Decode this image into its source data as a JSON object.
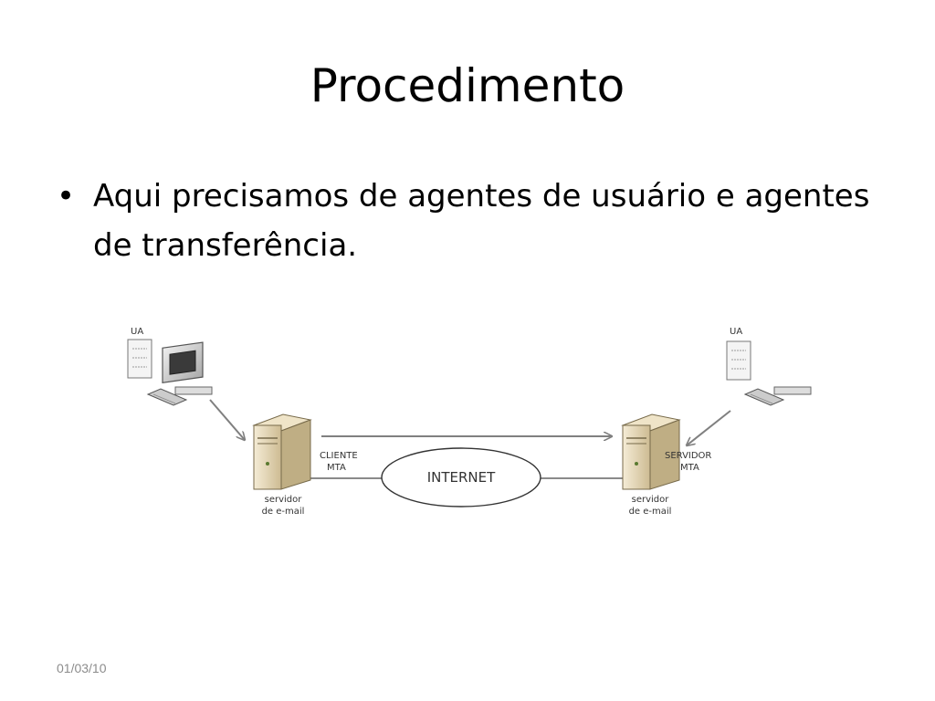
{
  "slide": {
    "title": "Procedimento",
    "bullets": [
      {
        "text": "Aqui precisamos de agentes de usuário e agentes de transferência."
      }
    ],
    "footer_date": "01/03/10"
  },
  "diagram": {
    "left": {
      "ua_label": "UA",
      "mta_line1": "CLIENTE",
      "mta_line2": "MTA",
      "server_line1": "servidor",
      "server_line2": "de e-mail"
    },
    "right": {
      "ua_label": "UA",
      "mta_line1": "SERVIDOR",
      "mta_line2": "MTA",
      "server_line1": "servidor",
      "server_line2": "de e-mail"
    },
    "network_label": "INTERNET"
  }
}
